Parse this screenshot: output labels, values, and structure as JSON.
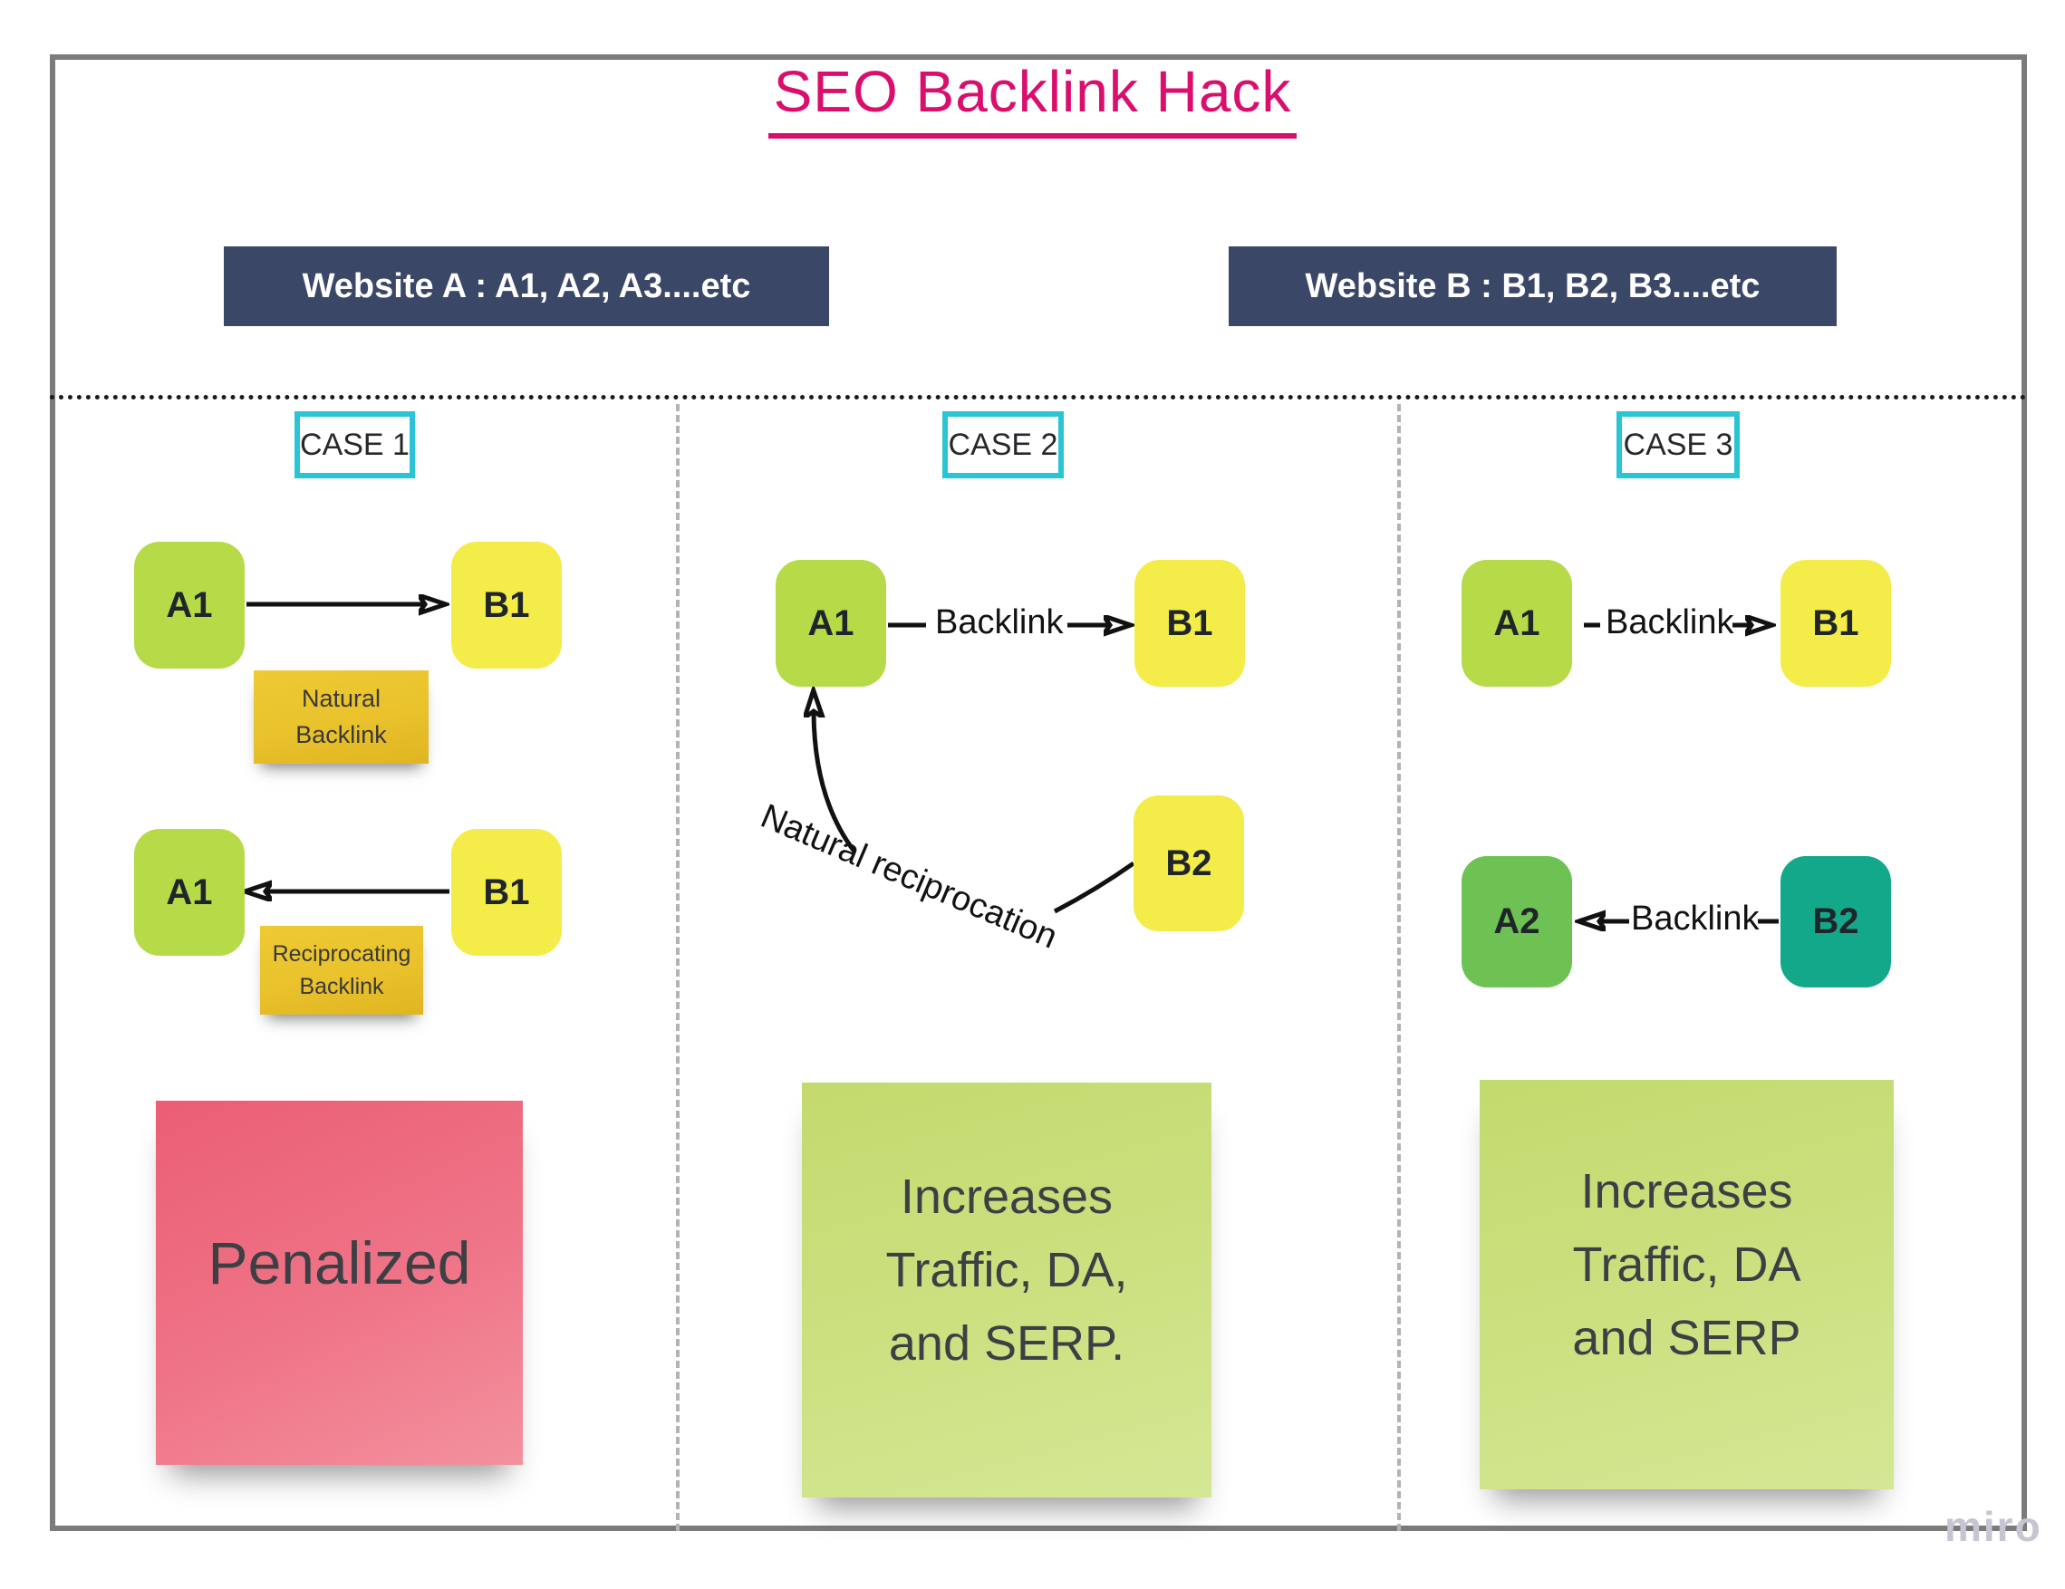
{
  "title": "SEO Backlink Hack",
  "bars": {
    "website_a": "Website A : A1, A2, A3....etc",
    "website_b": "Website B : B1, B2, B3....etc"
  },
  "case1": {
    "label": "CASE 1",
    "row1": {
      "from": "A1",
      "to": "B1",
      "note": [
        "Natural",
        "Backlink"
      ]
    },
    "row2": {
      "from": "A1",
      "to": "B1",
      "note": [
        "Reciprocating",
        "Backlink"
      ]
    },
    "result": "Penalized"
  },
  "case2": {
    "label": "CASE 2",
    "node_a1": "A1",
    "node_b1": "B1",
    "node_b2": "B2",
    "link_label": "Backlink",
    "curve_label": "Natural reciprocation",
    "result": [
      "Increases",
      "Traffic, DA,",
      "and SERP."
    ]
  },
  "case3": {
    "label": "CASE 3",
    "node_a1": "A1",
    "node_b1": "B1",
    "node_a2": "A2",
    "node_b2": "B2",
    "link_label_top": "Backlink",
    "link_label_bottom": "Backlink",
    "result": [
      "Increases",
      "Traffic, DA",
      "and SERP"
    ]
  },
  "watermark": "miro",
  "colors": {
    "title_pink": "#d90e6d",
    "bar_navy": "#3b4767",
    "case_border_cyan": "#29c5d6",
    "node_a_green": "#b6da48",
    "node_b_yellow": "#f3ec49",
    "node_a2_green": "#6ec253",
    "node_b2_teal": "#14a88b",
    "sticky_gold": "#e9c22c",
    "sticky_pink": "#ee6a7e",
    "sticky_green": "#cbdf7f",
    "border_gray": "#7b7b7b",
    "divider_gray": "#b3b3b3"
  }
}
